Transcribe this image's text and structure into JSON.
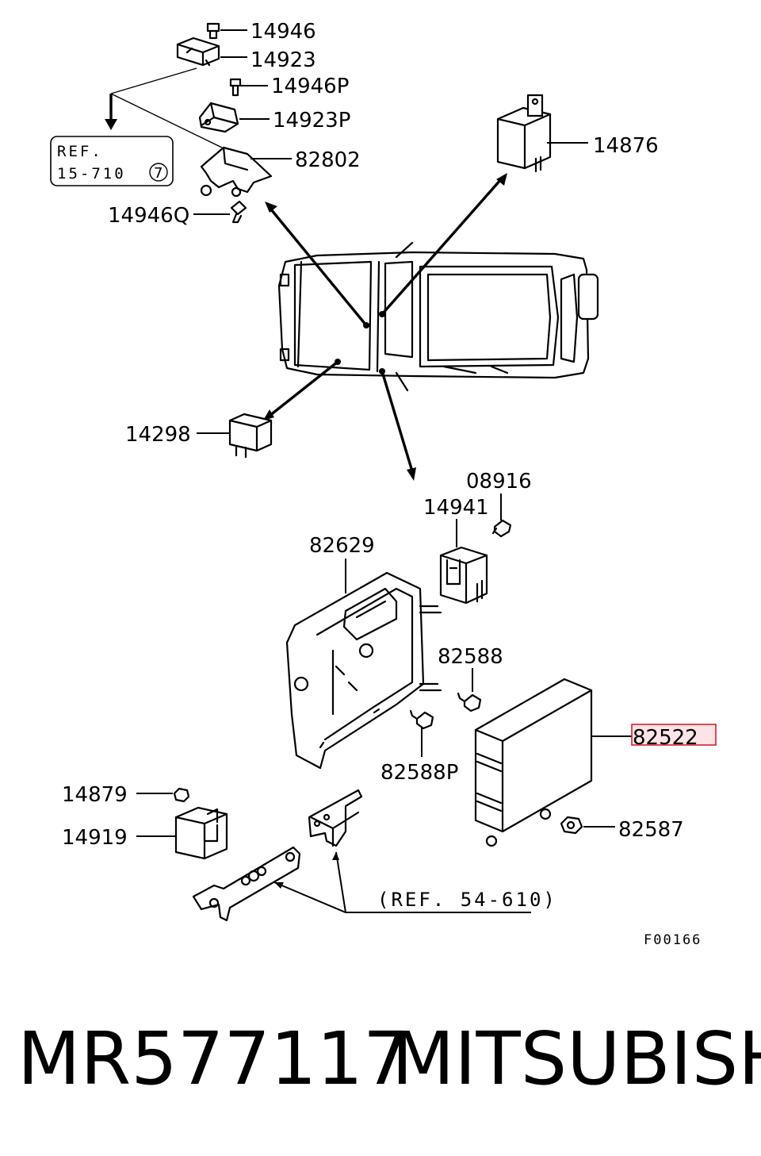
{
  "part_labels": {
    "p14946": "14946",
    "p14923": "14923",
    "p14946P": "14946P",
    "p14923P": "14923P",
    "p82802": "82802",
    "p14946Q": "14946Q",
    "p14876": "14876",
    "p14298": "14298",
    "p08916": "08916",
    "p14941": "14941",
    "p82629": "82629",
    "p82588": "82588",
    "p82588P": "82588P",
    "p82522": "82522",
    "p14879": "14879",
    "p14919": "14919",
    "p82587": "82587"
  },
  "references": {
    "ref_top_line1": "REF.",
    "ref_top_line2": "15-710",
    "ref_top_circle": "7",
    "ref_bottom": "(REF. 54-610)"
  },
  "figure_code": "F00166",
  "caption": {
    "part_number": "MR577117",
    "brand": "MITSUBISHI"
  },
  "colors": {
    "ink": "#000000",
    "background": "#ffffff",
    "highlight_border": "#d62030",
    "highlight_fill": "#fbe3e6"
  }
}
